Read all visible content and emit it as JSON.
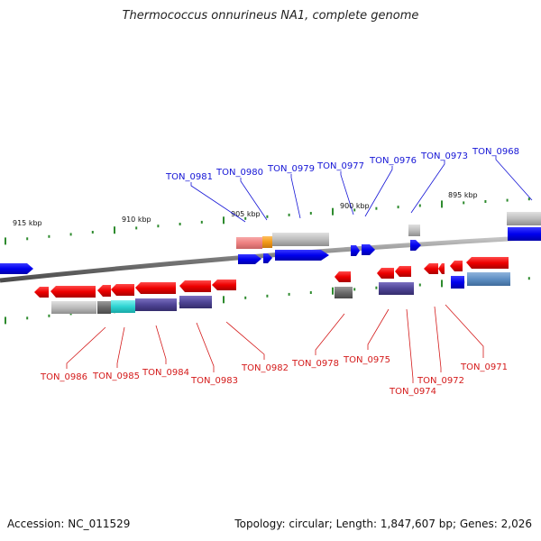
{
  "title": "Thermococcus onnurineus NA1, complete genome",
  "footer": {
    "accession": "Accession: NC_011529",
    "topology": "Topology: circular; Length: 1,847,607 bp; Genes: 2,026"
  },
  "scale_ticks": [
    {
      "label": "915 kbp"
    },
    {
      "label": "910 kbp"
    },
    {
      "label": "905 kbp"
    },
    {
      "label": "900 kbp"
    },
    {
      "label": "895 kbp"
    }
  ],
  "colors": {
    "forward_gene": "#0000ee",
    "reverse_gene": "#ee0000",
    "forward_label": "#1515d6",
    "reverse_label": "#d41a1a",
    "backbone": "#8a8a8a",
    "tick": "#2e8b2e"
  },
  "forward_labels": [
    {
      "text": "TON_0981"
    },
    {
      "text": "TON_0980"
    },
    {
      "text": "TON_0979"
    },
    {
      "text": "TON_0977"
    },
    {
      "text": "TON_0976"
    },
    {
      "text": "TON_0973"
    },
    {
      "text": "TON_0968"
    }
  ],
  "reverse_labels": [
    {
      "text": "TON_0986"
    },
    {
      "text": "TON_0985"
    },
    {
      "text": "TON_0984"
    },
    {
      "text": "TON_0983"
    },
    {
      "text": "TON_0982"
    },
    {
      "text": "TON_0978"
    },
    {
      "text": "TON_0975"
    },
    {
      "text": "TON_0974"
    },
    {
      "text": "TON_0972"
    },
    {
      "text": "TON_0971"
    }
  ]
}
